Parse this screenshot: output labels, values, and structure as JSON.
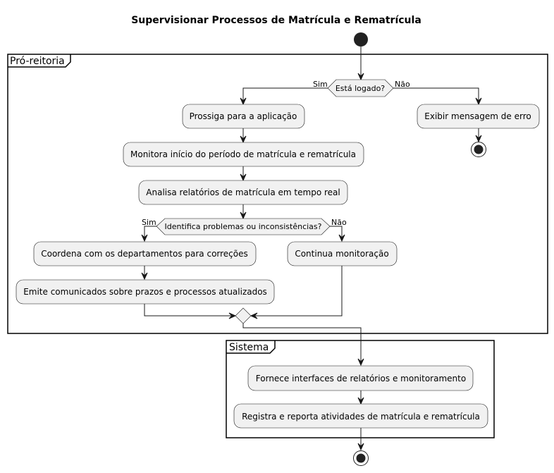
{
  "title": "Supervisionar Processos de Matrícula e Rematrícula",
  "partitions": {
    "pro_reitoria": "Pró-reitoria",
    "sistema": "Sistema"
  },
  "decisions": {
    "logado": {
      "label": "Está logado?",
      "yes": "Sim",
      "no": "Não"
    },
    "problemas": {
      "label": "Identifica problemas ou inconsistências?",
      "yes": "Sim",
      "no": "Não"
    }
  },
  "activities": {
    "prossiga": "Prossiga para a aplicação",
    "erro": "Exibir mensagem de erro",
    "monitora_inicio": "Monitora início do período de matrícula e rematrícula",
    "analisa": "Analisa relatórios de matrícula em tempo real",
    "coordena": "Coordena com os departamentos para correções",
    "emite": "Emite comunicados sobre prazos e processos atualizados",
    "continua": "Continua monitoração",
    "fornece": "Fornece interfaces de relatórios e monitoramento",
    "registra": "Registra e reporta atividades de matrícula e rematrícula"
  }
}
